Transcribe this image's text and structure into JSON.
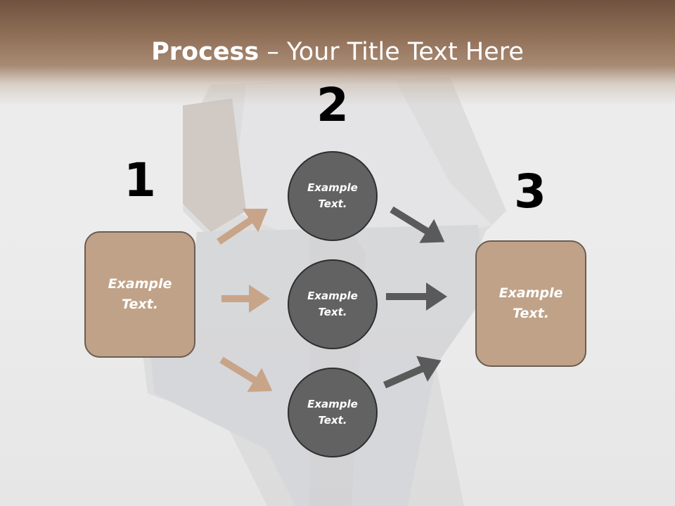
{
  "title": {
    "bold": "Process",
    "rest": " – Your Title Text Here"
  },
  "steps": [
    {
      "number": "1",
      "text": "Example Text."
    },
    {
      "number": "2",
      "items": [
        "Example Text.",
        "Example Text.",
        "Example Text."
      ]
    },
    {
      "number": "3",
      "text": "Example Text."
    }
  ],
  "colors": {
    "header": "#8c6b53",
    "box_fill": "#c0a288",
    "box_border": "#6b5d52",
    "circle_fill": "#626262",
    "circle_border": "#2e2e2e",
    "arrow_tan": "#c8a488",
    "arrow_dark": "#5a5a5a"
  }
}
